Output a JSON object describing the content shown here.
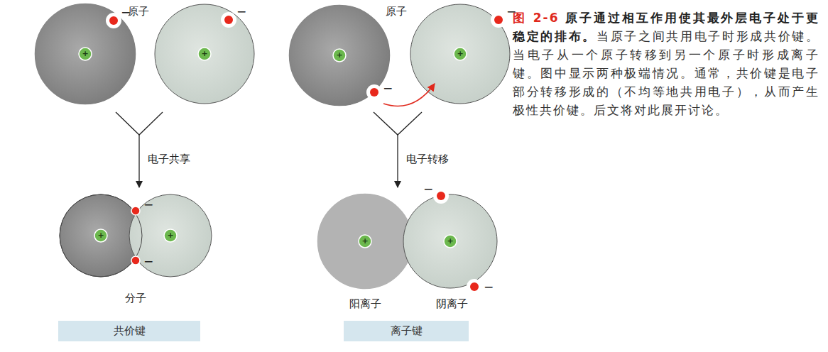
{
  "diagram": {
    "nodes": [
      {
        "text": [
          "共价键"
        ]
      },
      {
        "text": [
          "离子键"
        ]
      }
    ],
    "labels": [
      "图 2-6",
      "原子通过相互作用使其最外层电子处于更稳定的排布。",
      "当原子之间共用电子时形成共价键。当电子从一个原子转移到另一个原子时形成离子键。图中显示两种极端情况。通常，共价键是电子部分转移形成的（不均等地共用电子），从而产生极性共价键。后文将对此展开讨论。",
      "原子",
      "原子",
      "−",
      "−",
      "+",
      "+",
      "电子共享",
      "−",
      "+",
      "+",
      "−",
      "分子",
      "−",
      "−",
      "+",
      "+",
      "电子转移",
      "−",
      "+",
      "+",
      "−",
      "阳离子",
      "阴离子"
    ]
  }
}
